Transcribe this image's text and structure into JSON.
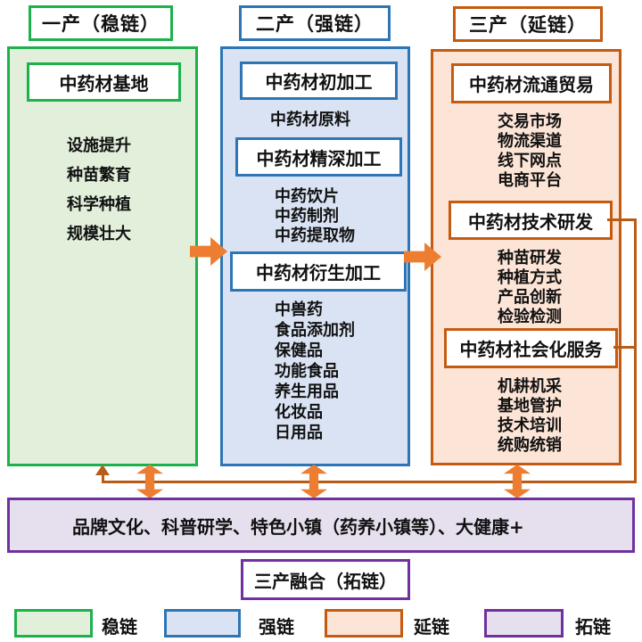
{
  "columns": [
    {
      "header": "一产（稳链）",
      "chain": "稳链",
      "sections": [
        {
          "title": "中药材基地",
          "items": [
            "设施提升",
            "种苗繁育",
            "科学种植",
            "规模壮大"
          ]
        }
      ],
      "colors": {
        "border": "#1db14c",
        "fill": "#e2efda"
      }
    },
    {
      "header": "二产（强链）",
      "chain": "强链",
      "sections": [
        {
          "title": "中药材初加工",
          "items": [
            "中药材原料"
          ]
        },
        {
          "title": "中药材精深加工",
          "items": [
            "中药饮片",
            "中药制剂",
            "中药提取物"
          ]
        },
        {
          "title": "中药材衍生加工",
          "items": [
            "中兽药",
            "食品添加剂",
            "保健品",
            "功能食品",
            "养生用品",
            "化妆品",
            "日用品"
          ]
        }
      ],
      "colors": {
        "border": "#2e75b6",
        "fill": "#dae3f3"
      }
    },
    {
      "header": "三产（延链）",
      "chain": "延链",
      "sections": [
        {
          "title": "中药材流通贸易",
          "items": [
            "交易市场",
            "物流渠道",
            "线下网点",
            "电商平台"
          ]
        },
        {
          "title": "中药材技术研发",
          "items": [
            "种苗研发",
            "种植方式",
            "产品创新",
            "检验检测"
          ]
        },
        {
          "title": "中药材社会化服务",
          "items": [
            "机耕机采",
            "基地管护",
            "技术培训",
            "统购统销"
          ]
        }
      ],
      "colors": {
        "border": "#c55a11",
        "fill": "#fce4d6"
      }
    }
  ],
  "fusion": {
    "band_text": "品牌文化、科普研学、特色小镇（药养小镇等）、大健康+",
    "label": "三产融合（拓链）",
    "colors": {
      "border": "#7030a0",
      "fill": "#e6dfee"
    }
  },
  "legend": [
    {
      "label": "稳链",
      "fill": "#e2efda",
      "border": "#1db14c"
    },
    {
      "label": "强链",
      "fill": "#dae3f3",
      "border": "#2e75b6"
    },
    {
      "label": "延链",
      "fill": "#fce4d6",
      "border": "#c55a11"
    },
    {
      "label": "拓链",
      "fill": "#e6dfee",
      "border": "#7030a0"
    }
  ],
  "arrows": {
    "block_arrow_color": "#ed7d31",
    "feedback_line_color": "#b85b17"
  }
}
